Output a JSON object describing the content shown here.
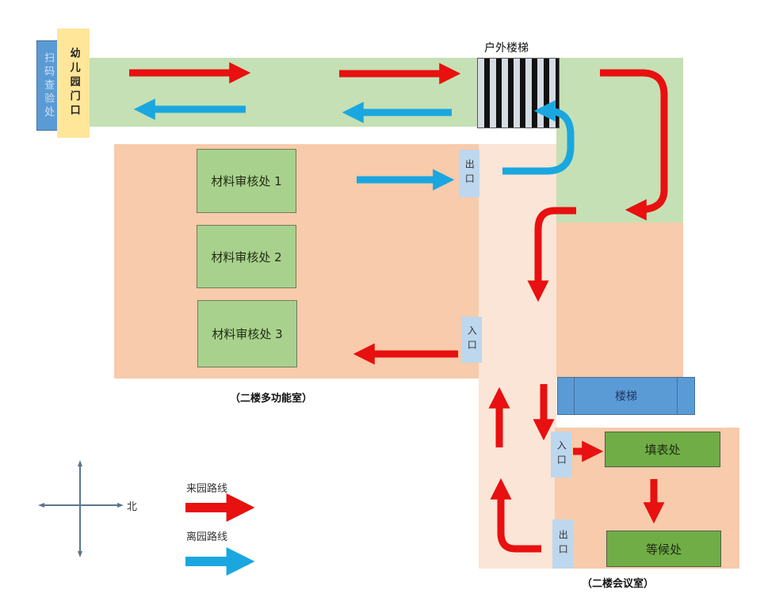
{
  "entrance": {
    "scan_check": "扫码查验处",
    "kindergarten_gate": "幼儿园门口"
  },
  "outdoor_stairs": {
    "label": "户外楼梯"
  },
  "multi_function_room": {
    "caption": "（二楼多功能室）",
    "stations": [
      {
        "label": "材料审核处 1"
      },
      {
        "label": "材料审核处 2"
      },
      {
        "label": "材料审核处 3"
      }
    ],
    "exit_label": "出口",
    "entrance_label": "入口"
  },
  "meeting_room": {
    "caption": "（二楼会议室）",
    "stairs_label": "楼梯",
    "entrance_label": "入口",
    "exit_label": "出口",
    "stations": [
      {
        "label": "填表处"
      },
      {
        "label": "等候处"
      }
    ]
  },
  "compass": {
    "north_label": "北"
  },
  "legend": {
    "items": [
      {
        "label": "来园路线",
        "color": "#e81010"
      },
      {
        "label": "离园路线",
        "color": "#1aa7e0"
      }
    ]
  },
  "colors": {
    "arrive_route": "#e81010",
    "leave_route": "#1aa7e0",
    "path_green": "#c5e0b4",
    "room_peach": "#f7cbac",
    "corridor": "#fbe5d6",
    "door_blue": "#bdd7ee",
    "scan_blue": "#5b9bd5",
    "gate_yellow": "#ffe699"
  }
}
